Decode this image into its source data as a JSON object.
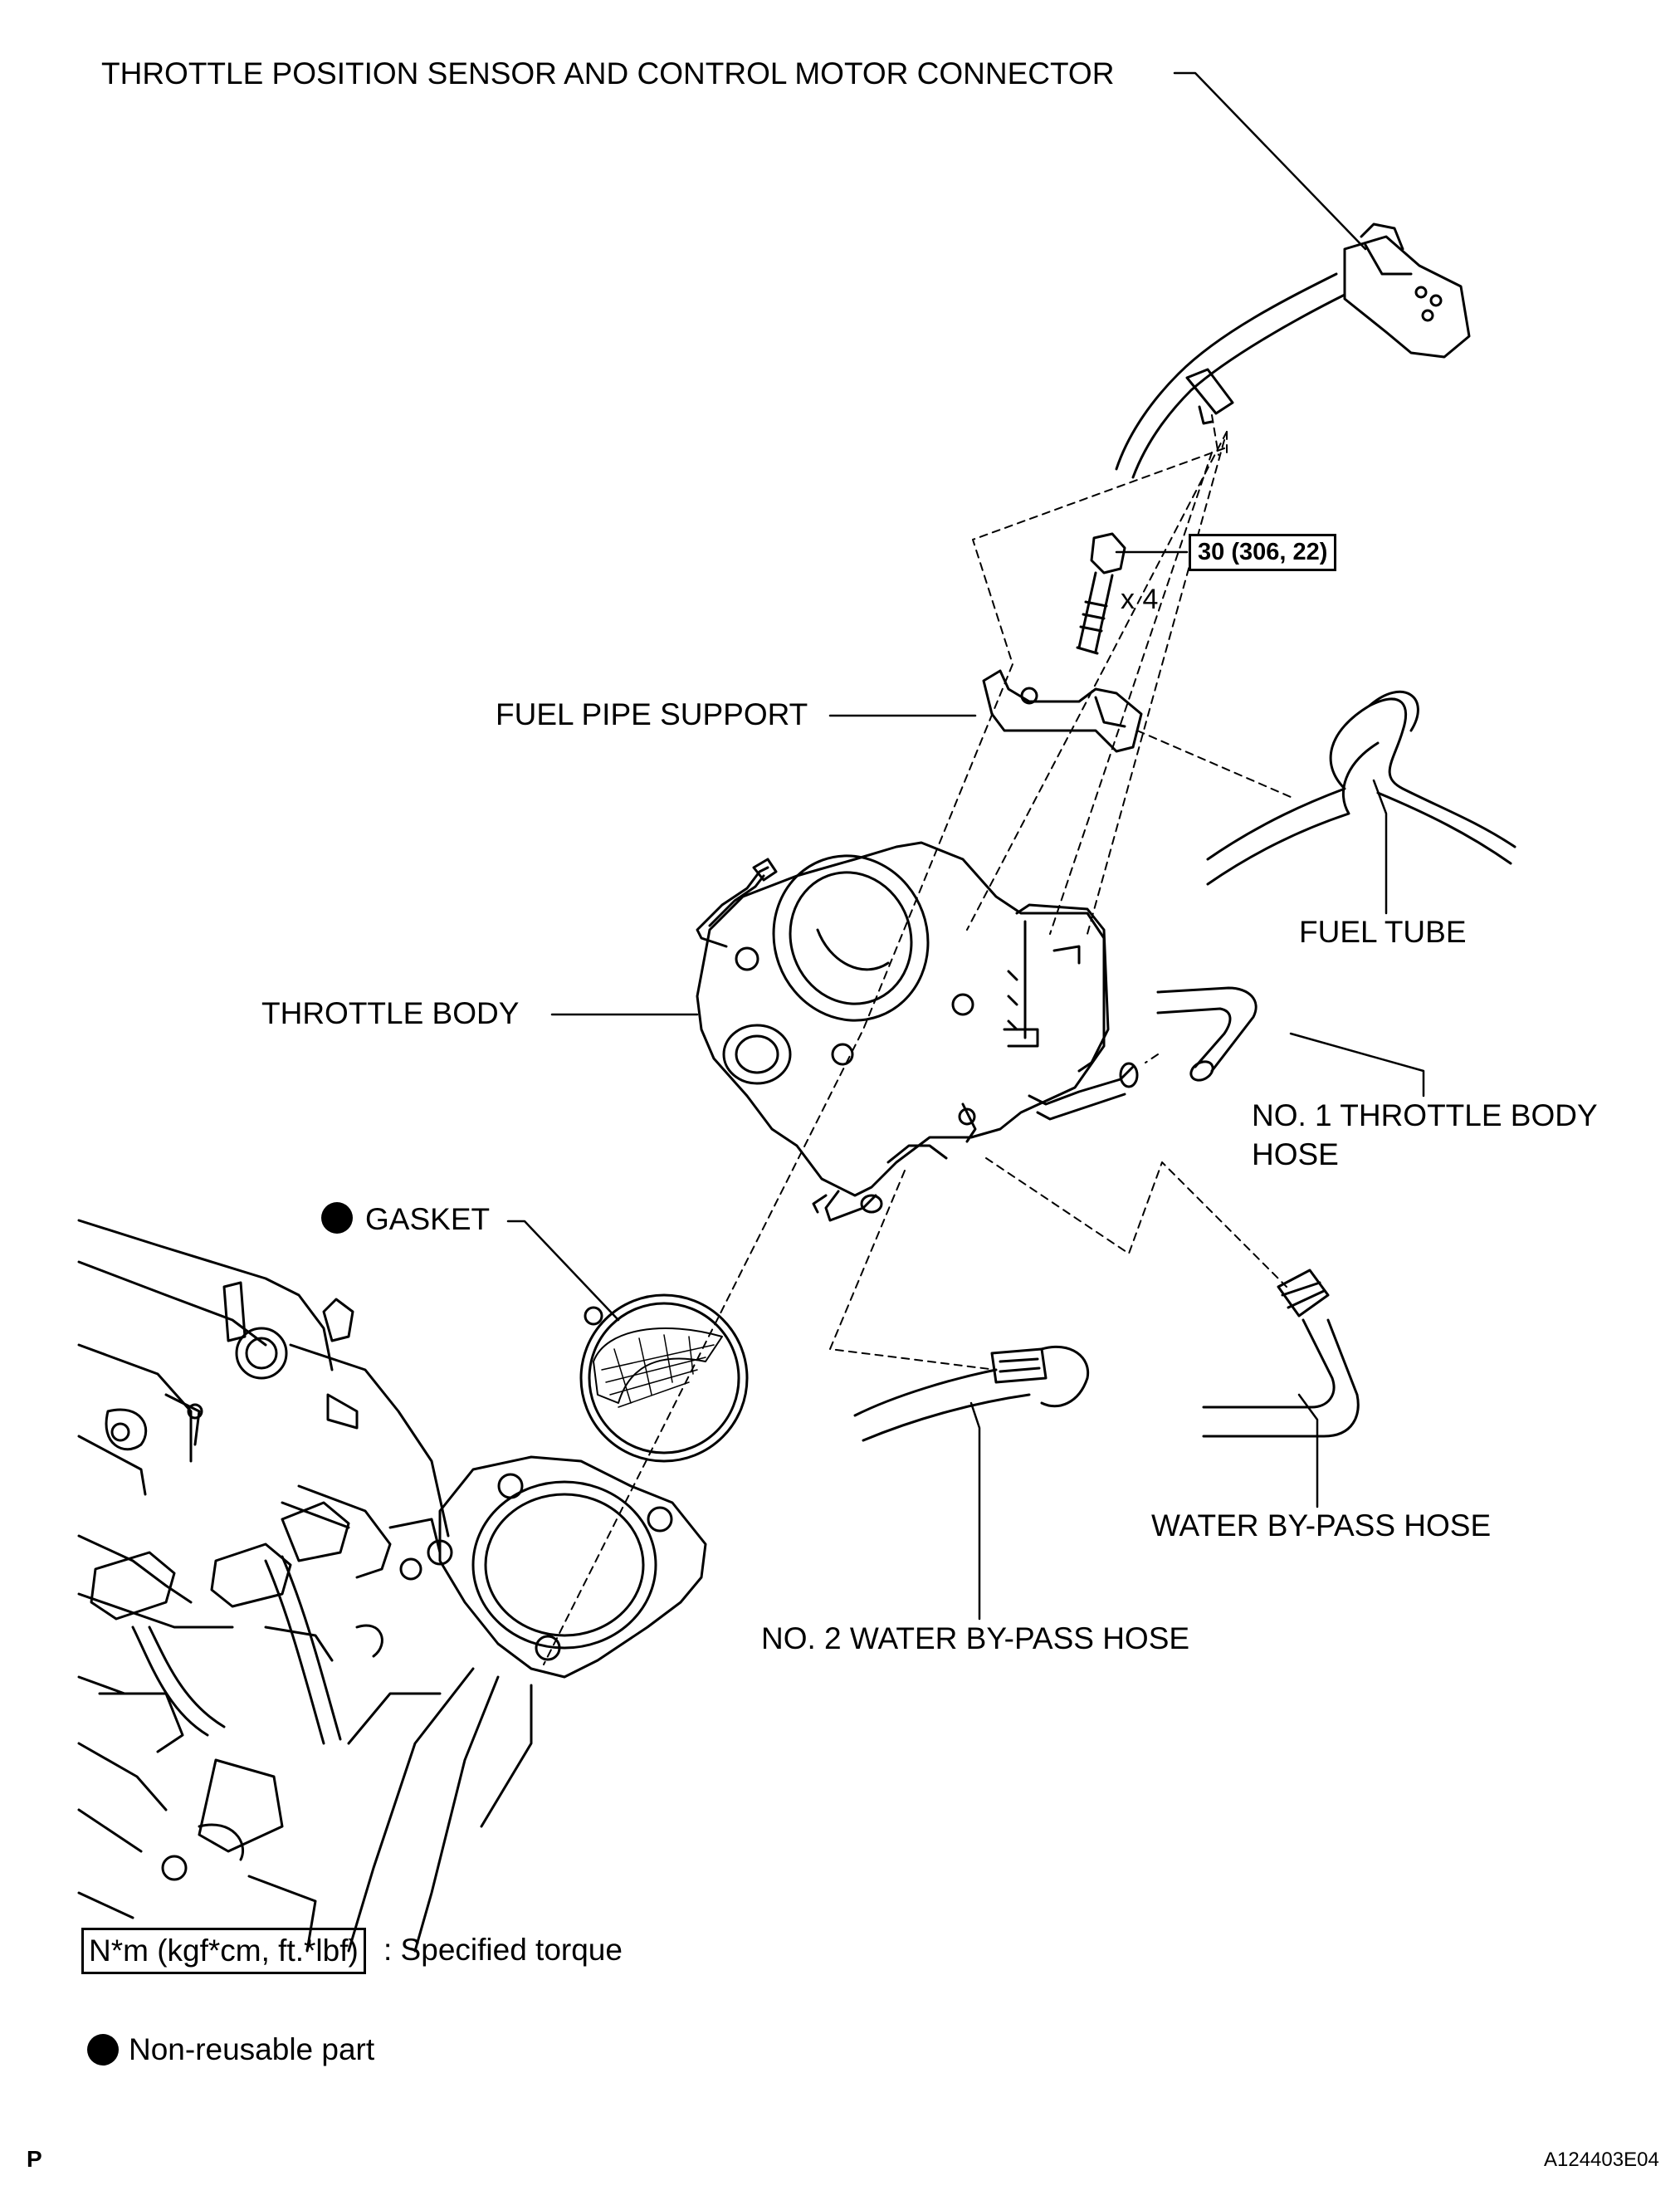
{
  "labels": {
    "throttle_sensor_connector": "THROTTLE POSITION SENSOR AND CONTROL MOTOR CONNECTOR",
    "torque_value": "30 (306, 22)",
    "bolt_qty": "x 4",
    "fuel_pipe_support": "FUEL PIPE SUPPORT",
    "fuel_tube": "FUEL TUBE",
    "throttle_body": "THROTTLE BODY",
    "throttle_body_hose_line1": "NO. 1 THROTTLE BODY",
    "throttle_body_hose_line2": "HOSE",
    "gasket": "GASKET",
    "water_bypass_hose": "WATER BY-PASS HOSE",
    "water_bypass_hose_2": "NO. 2 WATER BY-PASS HOSE"
  },
  "legend": {
    "torque_unit": "N*m (kgf*cm, ft.*lbf)",
    "torque_desc": ": Specified torque",
    "non_reusable_desc": "Non-reusable part"
  },
  "footer": {
    "left_code": "P",
    "right_code": "A124403E04"
  }
}
